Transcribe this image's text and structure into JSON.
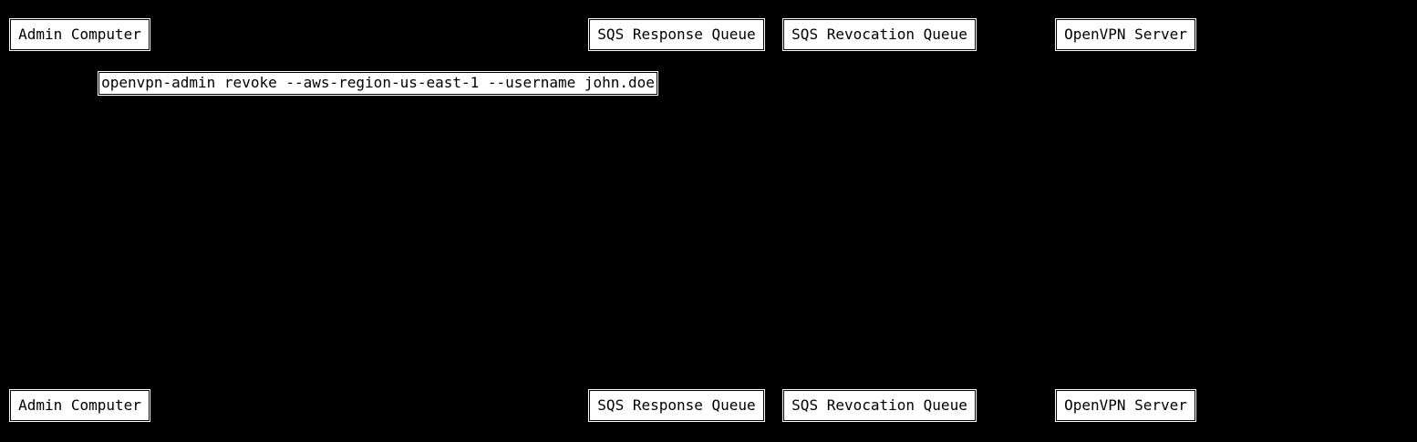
{
  "diagram": {
    "type": "sequence",
    "colors": {
      "background": "#000000",
      "box_fill": "#ffffff",
      "box_border": "#000000",
      "box_text": "#000000"
    },
    "participants": [
      {
        "label": "Admin Computer"
      },
      {
        "label": "SQS Response Queue"
      },
      {
        "label": "SQS Revocation Queue"
      },
      {
        "label": "OpenVPN Server"
      }
    ],
    "messages": [
      {
        "label": "openvpn-admin revoke --aws-region-us-east-1 --username john.doe"
      }
    ]
  }
}
